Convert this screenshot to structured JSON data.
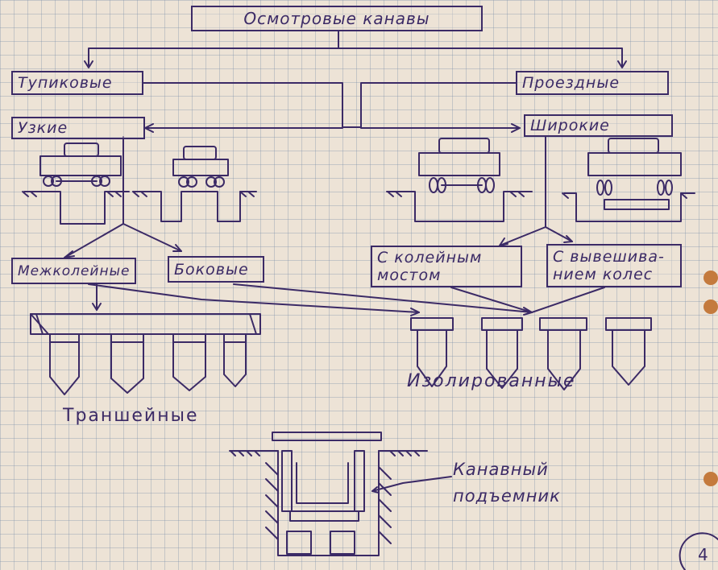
{
  "diagram": {
    "title": "Осмотровые канавы",
    "left_branch": "Тупиковые",
    "right_branch": "Проездные",
    "narrow": "Узкие",
    "wide": "Широкие",
    "inter_track": "Межколейные",
    "side": "Боковые",
    "bridge_line1": "С колейным",
    "bridge_line2": "мостом",
    "hanging_line1": "С вывешива-",
    "hanging_line2": "нием колес",
    "trench_label": "Траншейные",
    "isolated_label": "Изолированные",
    "lift_line1": "Канавный",
    "lift_line2": "подъемник",
    "page_number": "4"
  },
  "colors": {
    "ink": "#3b2a66",
    "paper": "#ede3d6",
    "grid": "#8c9cb4",
    "hole": "#c47a3d"
  }
}
